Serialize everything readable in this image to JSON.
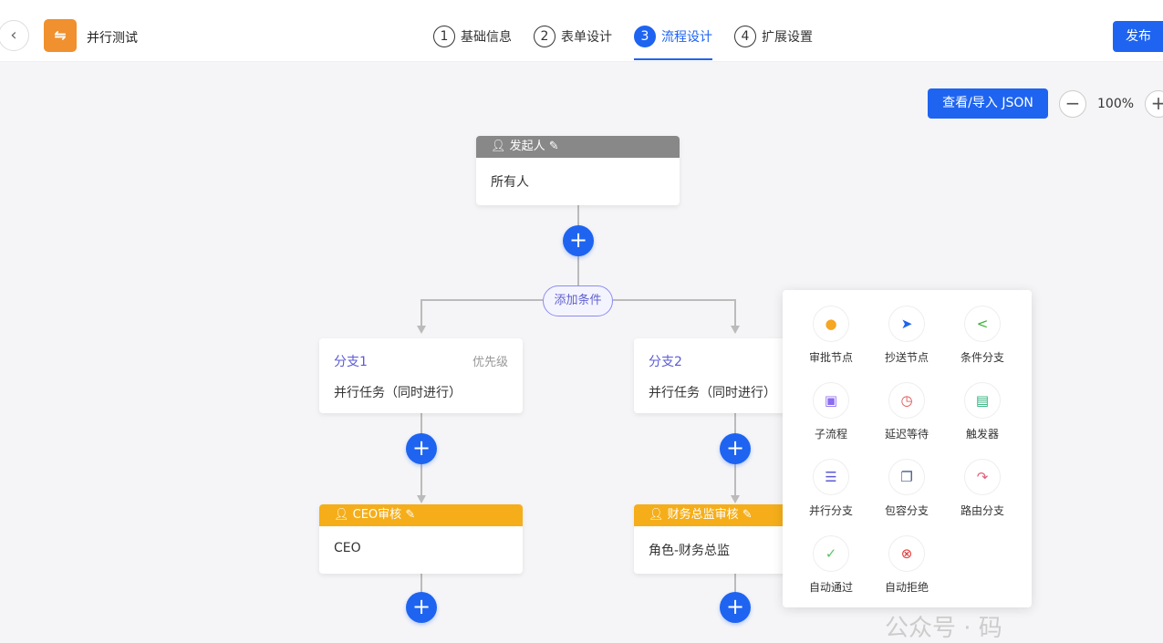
{
  "header": {
    "title": "并行测试",
    "publish": "发布",
    "steps": [
      {
        "num": "1",
        "label": "基础信息"
      },
      {
        "num": "2",
        "label": "表单设计"
      },
      {
        "num": "3",
        "label": "流程设计"
      },
      {
        "num": "4",
        "label": "扩展设置"
      }
    ]
  },
  "toolbar": {
    "json": "查看/导入 JSON",
    "zoom": "100%"
  },
  "start": {
    "title": "发起人",
    "body": "所有人"
  },
  "add_condition": "添加条件",
  "branches": [
    {
      "name": "分支1",
      "priority": "优先级",
      "body": "并行任务（同时进行）"
    },
    {
      "name": "分支2",
      "body": "并行任务（同时进行）"
    }
  ],
  "approvers": [
    {
      "title": "CEO审核",
      "body": "CEO"
    },
    {
      "title": "财务总监审核",
      "body": "角色-财务总监"
    }
  ],
  "menu": [
    {
      "label": "审批节点",
      "icon": "user-icon",
      "color": "#f5a623"
    },
    {
      "label": "抄送节点",
      "icon": "send-icon",
      "color": "#1e64f0"
    },
    {
      "label": "条件分支",
      "icon": "share-icon",
      "color": "#3cb034"
    },
    {
      "label": "子流程",
      "icon": "subprocess-icon",
      "color": "#8c6cf0"
    },
    {
      "label": "延迟等待",
      "icon": "clock-icon",
      "color": "#e04a4a"
    },
    {
      "label": "触发器",
      "icon": "trigger-icon",
      "color": "#2bb07a"
    },
    {
      "label": "并行分支",
      "icon": "sliders-icon",
      "color": "#5b5bd6"
    },
    {
      "label": "包容分支",
      "icon": "copy-icon",
      "color": "#4a5a8a"
    },
    {
      "label": "路由分支",
      "icon": "route-icon",
      "color": "#e0607a"
    },
    {
      "label": "自动通过",
      "icon": "check-icon",
      "color": "#5cc46a"
    },
    {
      "label": "自动拒绝",
      "icon": "reject-icon",
      "color": "#e03a3a"
    }
  ],
  "watermark": "公众号 · 码"
}
